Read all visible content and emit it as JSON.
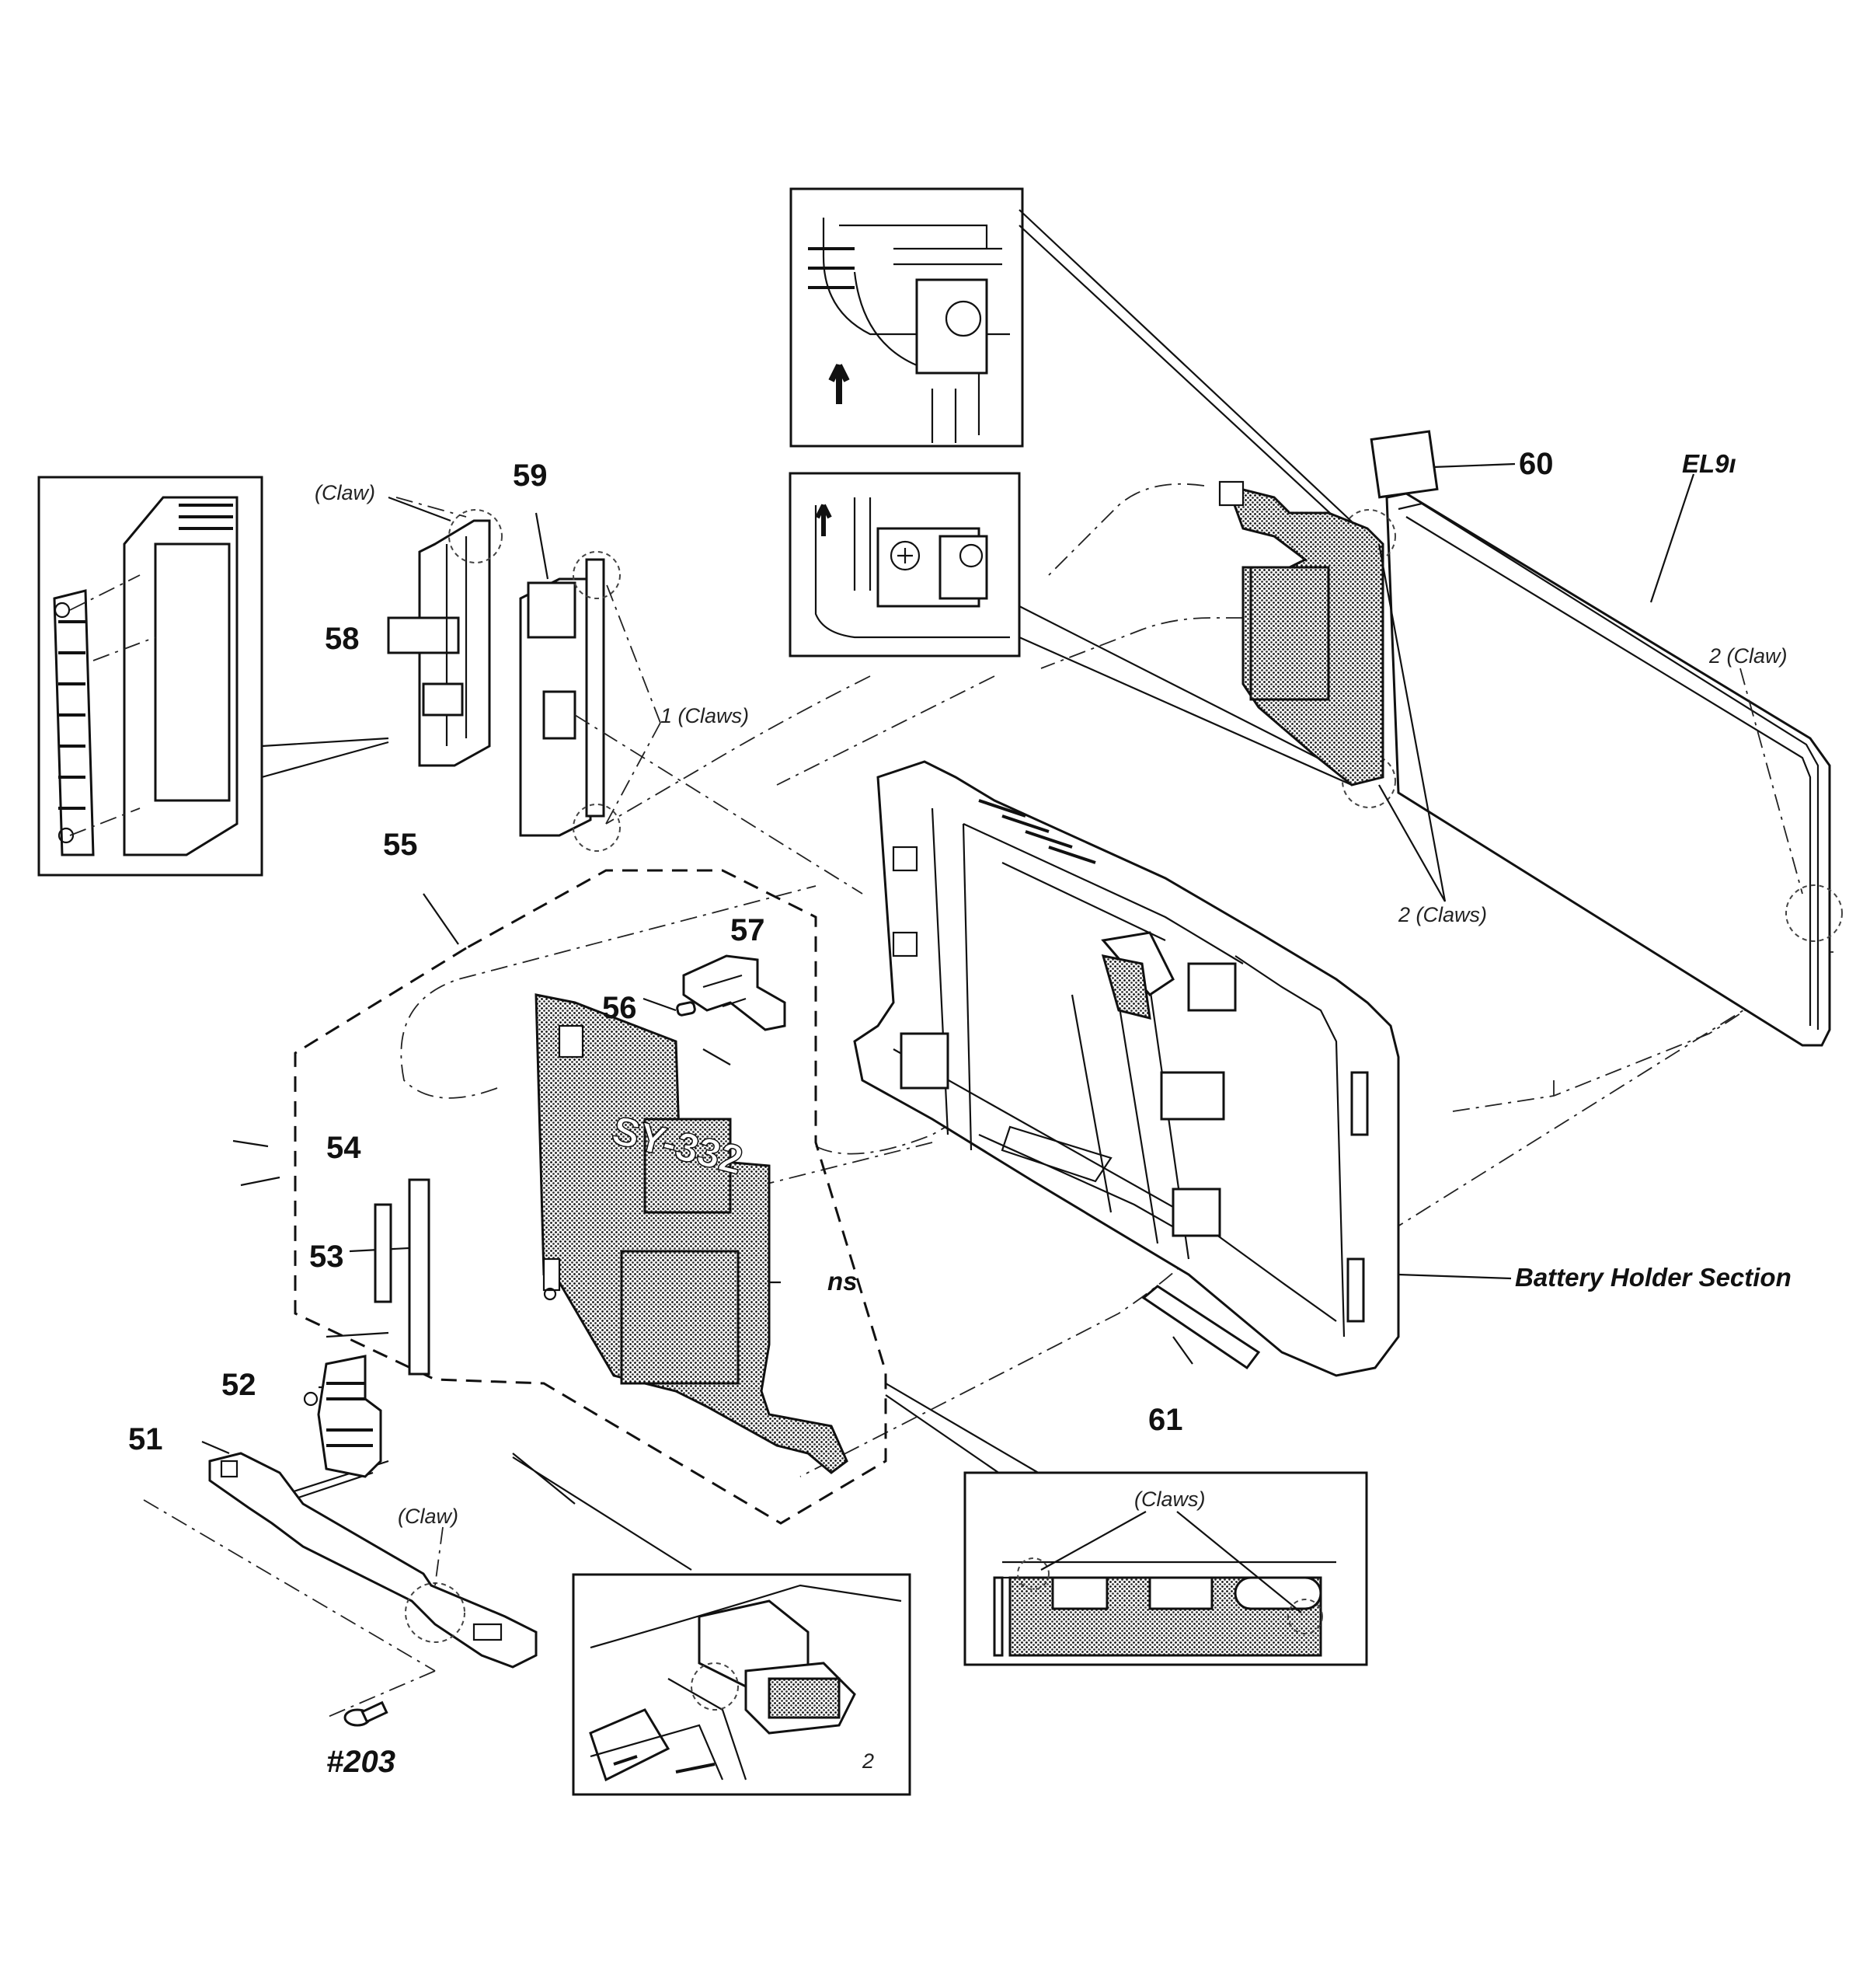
{
  "callouts": {
    "p51": "51",
    "p52": "52",
    "p53": "53",
    "p54": "54",
    "p55": "55",
    "p56": "56",
    "p57": "57",
    "p58": "58",
    "p59": "59",
    "p60": "60",
    "p61": "61",
    "screw": "#203",
    "ns": "ns",
    "el": "EL9ı"
  },
  "notes": {
    "claw_top": "(Claw)",
    "claws_1": "1 (Claws)",
    "claw_2": "2 (Claw)",
    "claws_2": "2 (Claws)",
    "claw_bottom": "(Claw)",
    "claws_inset": "(Claws)"
  },
  "labels": {
    "battery_holder": "Battery Holder Section",
    "board_marking": "SY-332"
  }
}
